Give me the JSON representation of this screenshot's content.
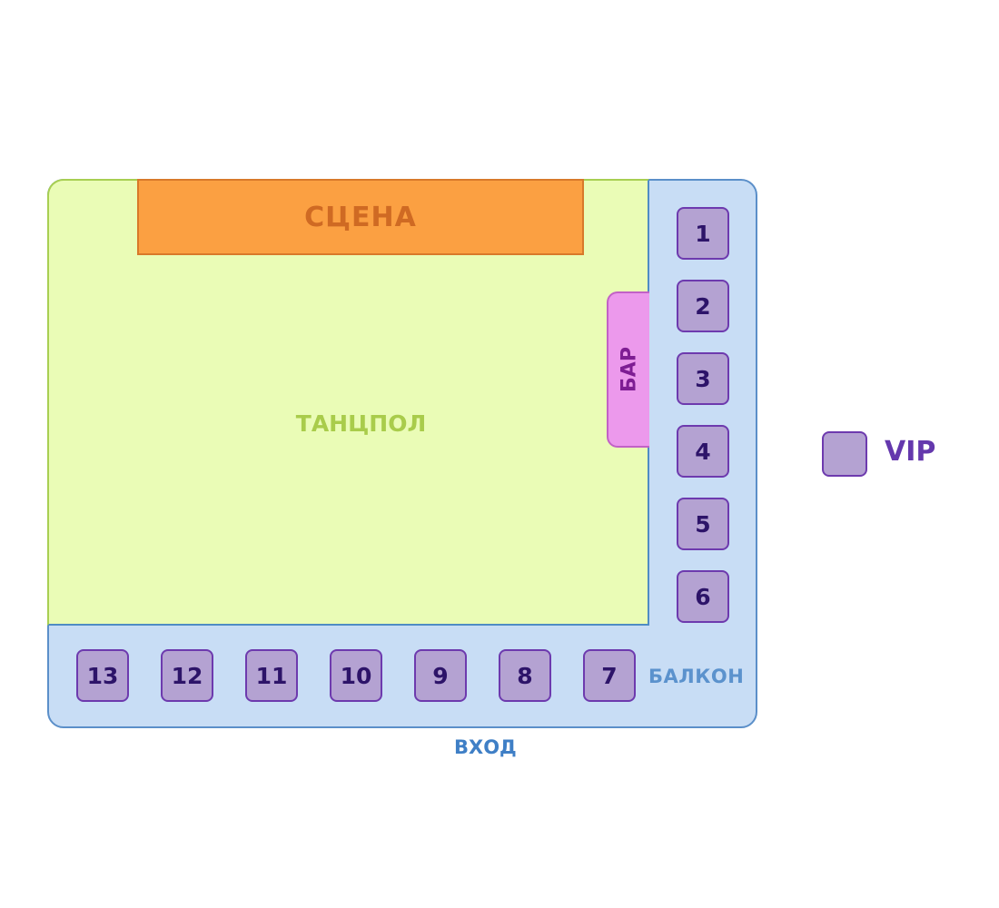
{
  "zones": {
    "stage": "СЦЕНА",
    "dancefloor": "ТАНЦПОЛ",
    "bar": "БАР",
    "balcony": "БАЛКОН",
    "entrance": "ВХОД"
  },
  "tables": [
    "1",
    "2",
    "3",
    "4",
    "5",
    "6",
    "7",
    "8",
    "9",
    "10",
    "11",
    "12",
    "13"
  ],
  "legend": {
    "vip": "VIP"
  },
  "colors": {
    "stage": "#fba042",
    "dancefloor": "#eafcb6",
    "bar": "#ec99ec",
    "balcony": "#c8ddf5",
    "vip_table": "#b4a2d2"
  }
}
